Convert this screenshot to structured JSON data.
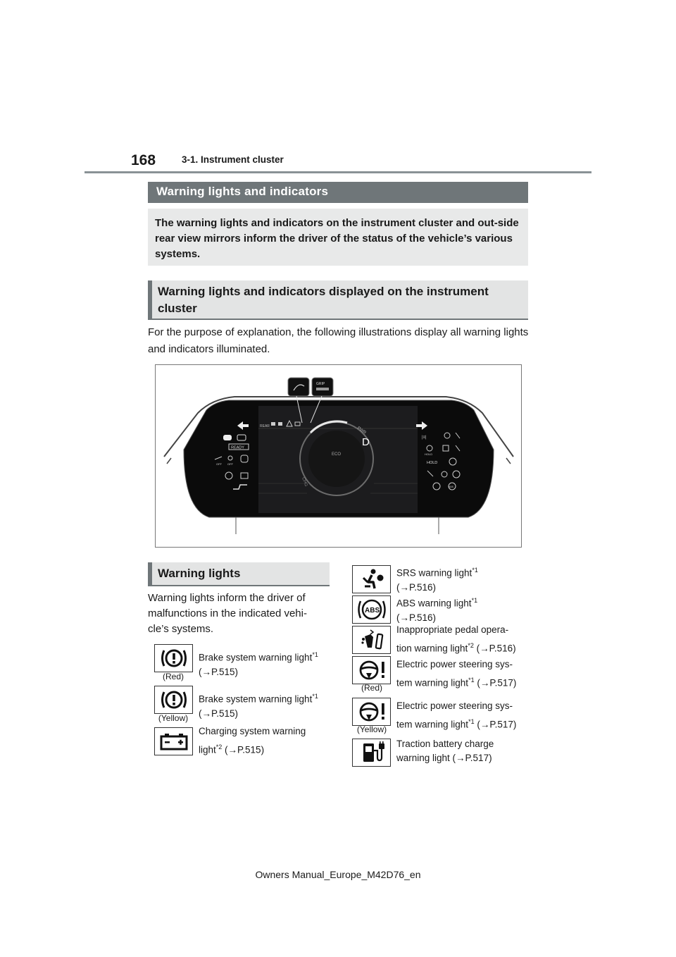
{
  "header": {
    "page_number": "168",
    "section": "3-1. Instrument cluster"
  },
  "banner": {
    "title": "Warning lights and indicators"
  },
  "intro": {
    "text": "The warning lights and indicators on the instrument cluster and out-side rear view mirrors inform the driver of the status of the vehicle’s various systems."
  },
  "cluster_section": {
    "heading": "Warning lights and indicators displayed on the instrument cluster",
    "description": "For the purpose of explanation, the following illustrations display all warning lights and indicators illuminated."
  },
  "figure": {
    "callout_grip": "GRIP",
    "screen_text": {
      "rear": "REAR",
      "ready": "READY",
      "eco": "ECO",
      "pwr": "PWR",
      "chg": "CHG",
      "gear": "D",
      "hold_left": "HOLD",
      "hold_right": "HOLD",
      "off1": "OFF",
      "off2": "OFF",
      "abs": "ABS"
    }
  },
  "warning_section": {
    "heading": "Warning lights",
    "description": "Warning lights inform the driver of malfunctions in the indicated vehi-cle’s systems."
  },
  "left_items": [
    {
      "icon": "brake-exclamation-icon",
      "color_label": "(Red)",
      "line1": "Brake system warning light",
      "sup": "*1",
      "line2": "(→P.515)"
    },
    {
      "icon": "brake-exclamation-icon",
      "color_label": "(Yellow)",
      "line1": "Brake system warning light",
      "sup": "*1",
      "line2": "(→P.515)"
    },
    {
      "icon": "battery-icon",
      "line1": "Charging system warning",
      "line2a": "light",
      "sup": "*2",
      "line2b": " (→P.515)"
    }
  ],
  "right_items": [
    {
      "icon": "srs-airbag-icon",
      "line1": "SRS warning light",
      "sup": "*1",
      "line2": "(→P.516)"
    },
    {
      "icon": "abs-icon",
      "icon_text": "ABS",
      "line1": "ABS warning light",
      "sup": "*1",
      "line2": "(→P.516)"
    },
    {
      "icon": "pedal-operation-icon",
      "line1": "Inappropriate pedal opera-",
      "line2a": "tion warning light",
      "sup": "*2",
      "line2b": " (→P.516)"
    },
    {
      "icon": "steering-exclamation-icon",
      "color_label": "(Red)",
      "line1": "Electric power steering sys-",
      "line2a": "tem warning light",
      "sup": "*1",
      "line2b": " (→P.517)"
    },
    {
      "icon": "steering-exclamation-icon",
      "color_label": "(Yellow)",
      "line1": "Electric power steering sys-",
      "line2a": "tem warning light",
      "sup": "*1",
      "line2b": " (→P.517)"
    },
    {
      "icon": "charge-plug-icon",
      "line1": "Traction battery charge",
      "line2": "warning light (→P.517)"
    }
  ],
  "footer": {
    "text": "Owners Manual_Europe_M42D76_en"
  }
}
